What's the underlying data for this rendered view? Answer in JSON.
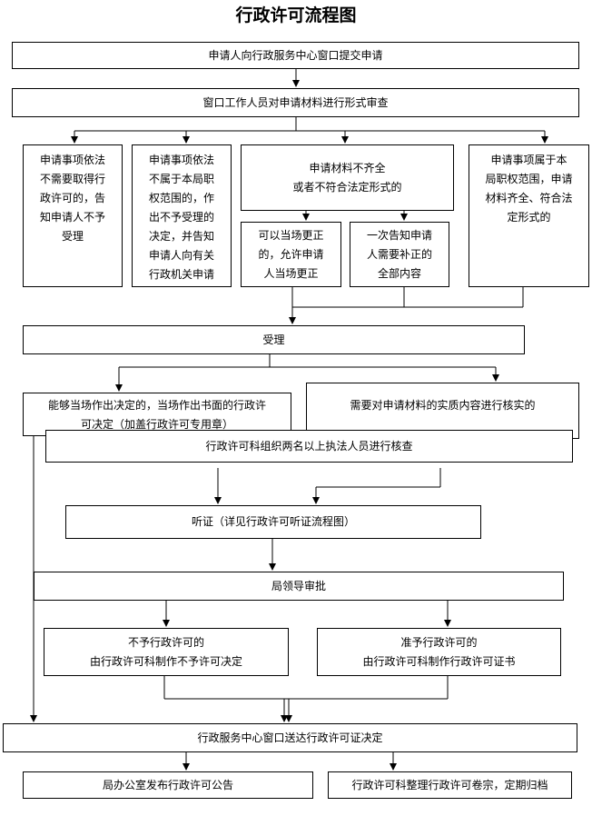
{
  "title": "行政许可流程图",
  "nodes": {
    "submit": "申请人向行政服务中心窗口提交申请",
    "review": "窗口工作人员对申请材料进行形式审查",
    "no_permit_needed": "申请事项依法\n不需要取得行\n政许可的，告\n知申请人不予\n受理",
    "not_in_scope": "申请事项依法\n不属于本局职\n权范围的，作\n出不予受理的\n决定，并告知\n申请人向有关\n行政机关申请",
    "incomplete": "申请材料不齐全\n或者不符合法定形式的",
    "correct_onsite": "可以当场更正\n的，允许申请\n人当场更正",
    "notify_once": "一次告知申请\n人需要补正的\n全部内容",
    "in_scope_complete": "申请事项属于本\n局职权范围，申请\n材料齐全、符合法\n定形式的",
    "accept": "受理",
    "onsite_decision": "能够当场作出决定的，当场作出书面的行政许\n可决定（加盖行政许可专用章）",
    "verify_content": "需要对申请材料的实质内容进行核实的",
    "inspection": "行政许可科组织两名以上执法人员进行核查",
    "hearing": "听证（详见行政许可听证流程图）",
    "leader_approval": "局领导审批",
    "deny": "不予行政许可的\n由行政许可科制作不予许可决定",
    "grant": "准予行政许可的\n由行政许可科制作行政许可证书",
    "deliver": "行政服务中心窗口送达行政许可证决定",
    "announce": "局办公室发布行政许可公告",
    "archive": "行政许可科整理行政许可卷宗，定期归档"
  }
}
